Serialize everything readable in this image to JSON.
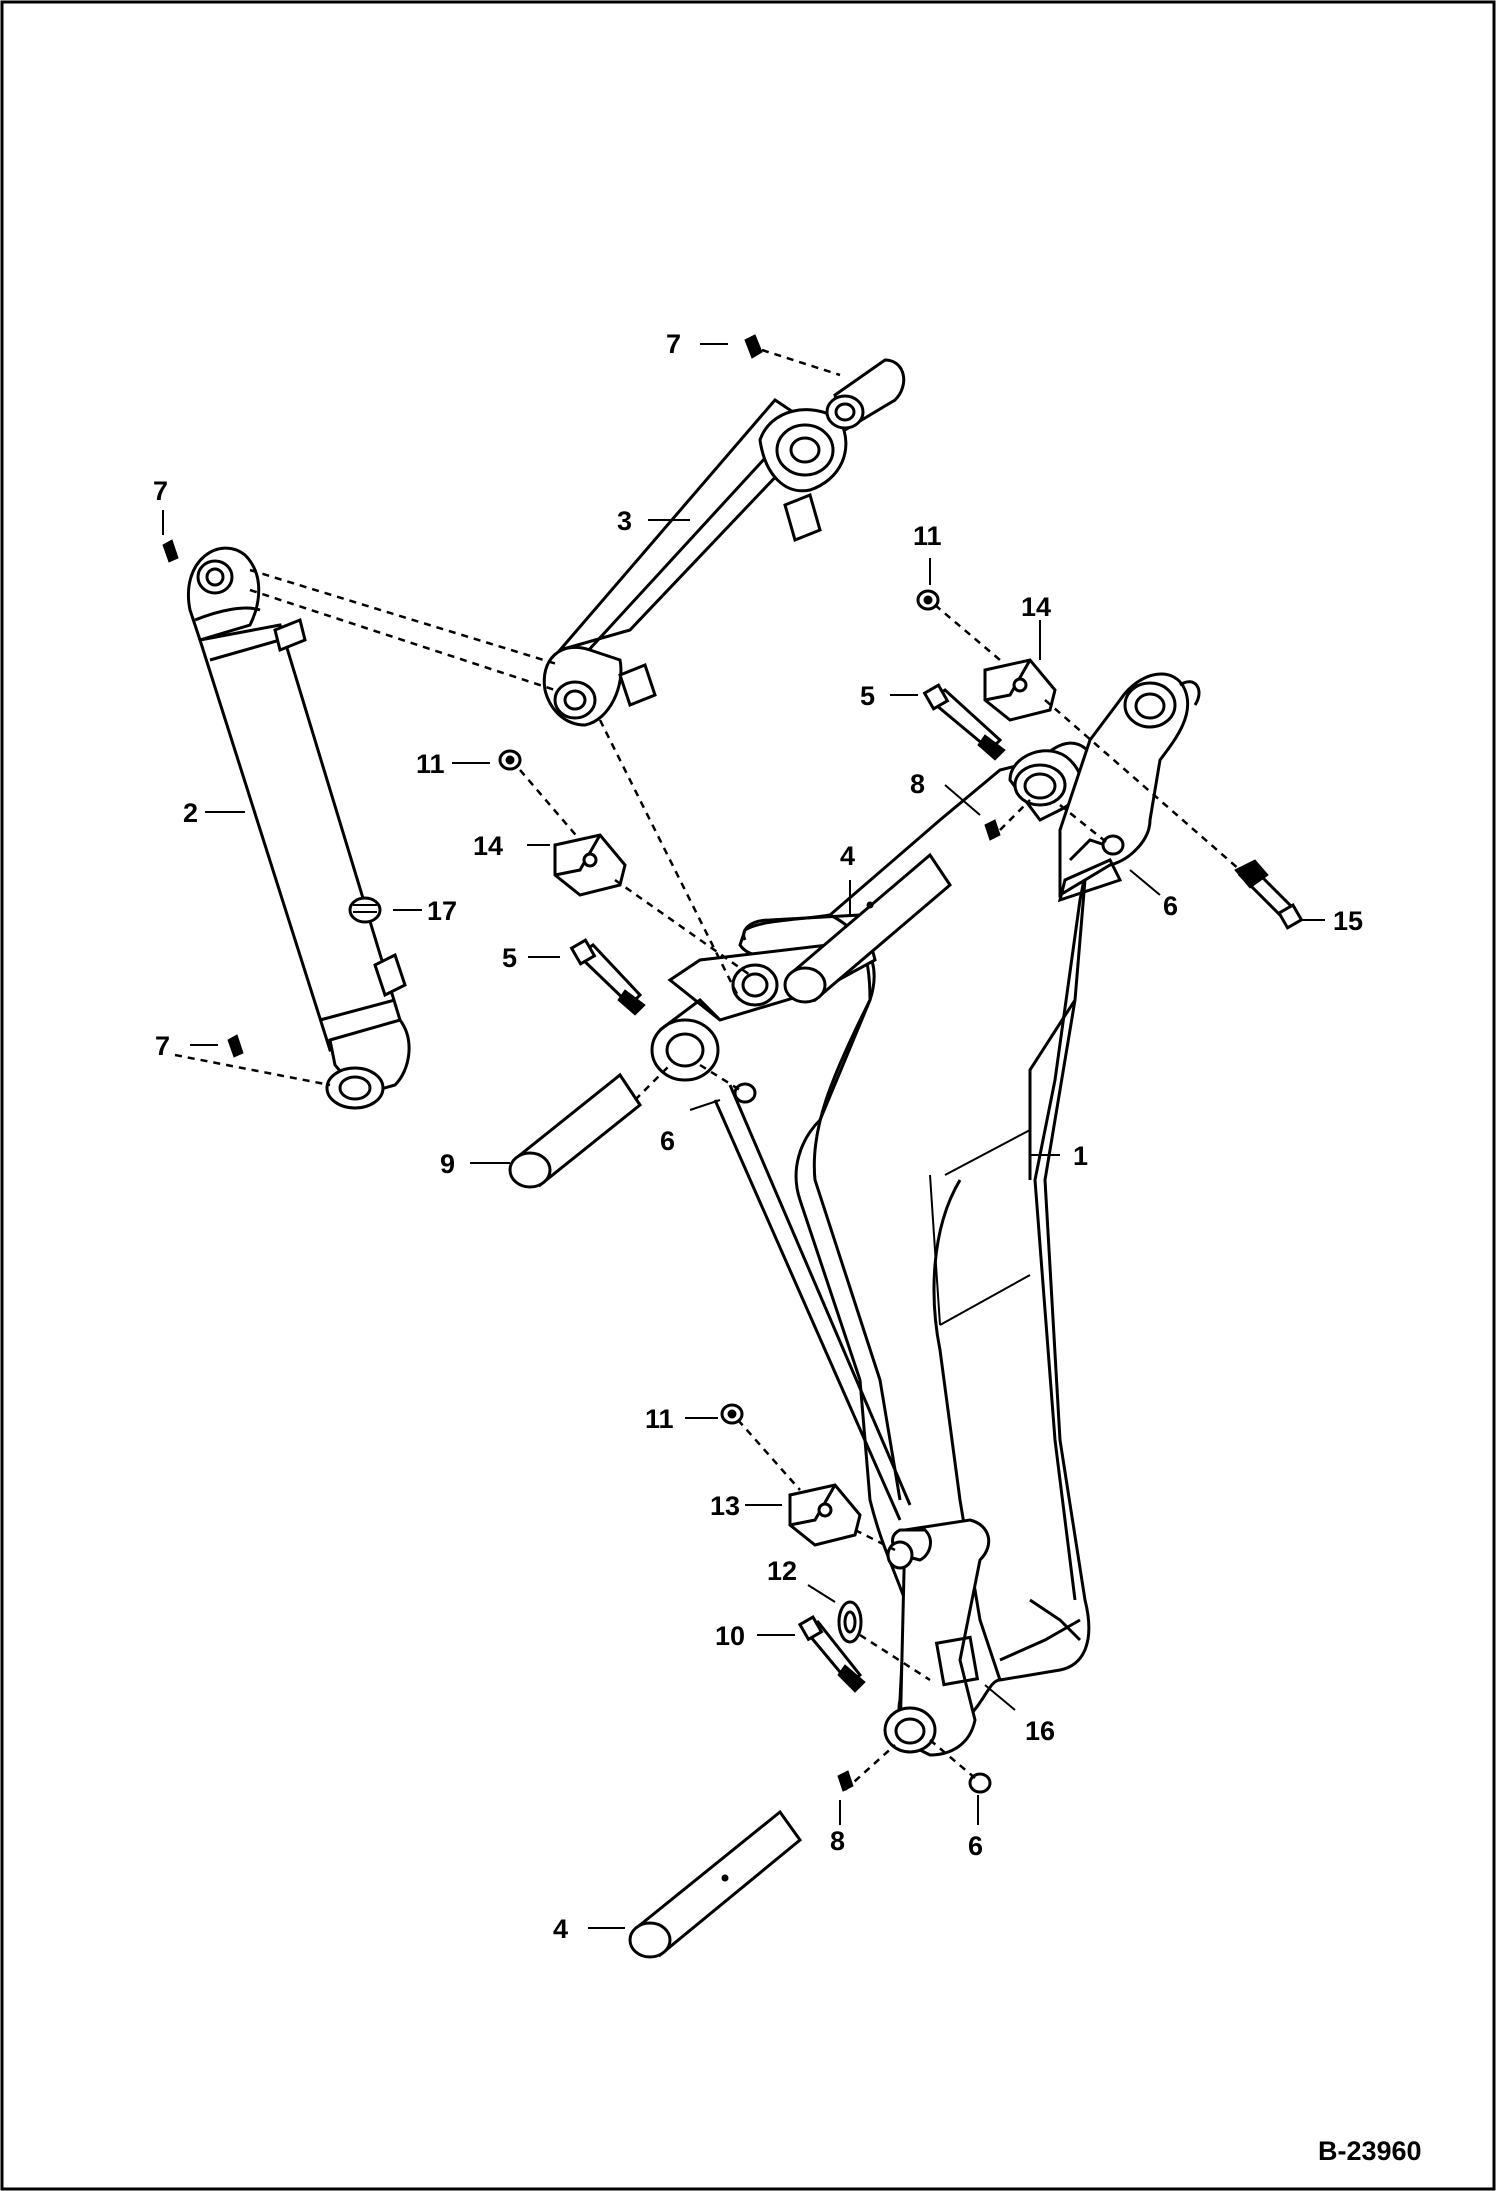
{
  "drawing": {
    "ref_number": "B-23960"
  },
  "callouts": {
    "c1": "1",
    "c2": "2",
    "c3": "3",
    "c4a": "4",
    "c4b": "4",
    "c5a": "5",
    "c5b": "5",
    "c6a": "6",
    "c6b": "6",
    "c6c": "6",
    "c7a": "7",
    "c7b": "7",
    "c7c": "7",
    "c8a": "8",
    "c8b": "8",
    "c9": "9",
    "c10": "10",
    "c11a": "11",
    "c11b": "11",
    "c11c": "11",
    "c12": "12",
    "c13": "13",
    "c14a": "14",
    "c14b": "14",
    "c15": "15",
    "c16": "16",
    "c17": "17"
  },
  "colors": {
    "line": "#000000",
    "background": "#ffffff"
  }
}
